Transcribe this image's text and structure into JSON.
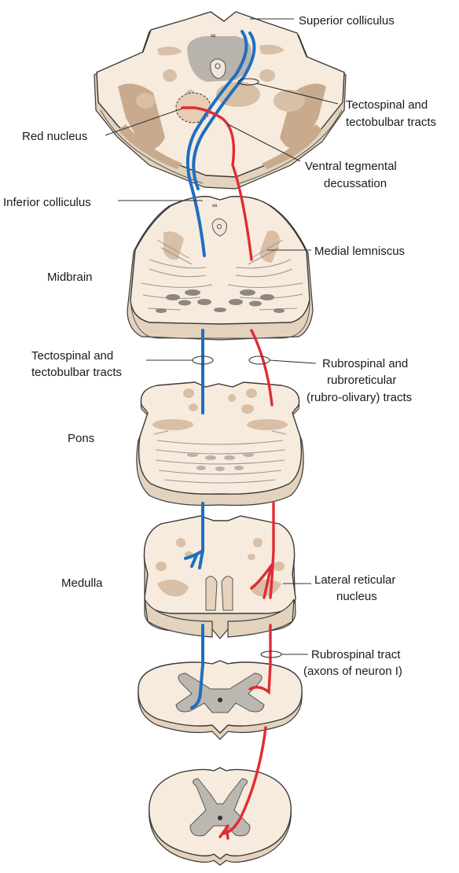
{
  "labels": {
    "superior_colliculus": "Superior colliculus",
    "tectospinal_top_1": "Tectospinal and",
    "tectospinal_top_2": "tectobulbar tracts",
    "red_nucleus": "Red nucleus",
    "ventral_tegmental_1": "Ventral tegmental",
    "ventral_tegmental_2": "decussation",
    "inferior_colliculus": "Inferior colliculus",
    "medial_lemniscus": "Medial lemniscus",
    "midbrain": "Midbrain",
    "tectospinal_mid_1": "Tectospinal and",
    "tectospinal_mid_2": "tectobulbar tracts",
    "rubrospinal_1": "Rubrospinal and",
    "rubrospinal_2": "rubroreticular",
    "rubrospinal_3": "(rubro-olivary) tracts",
    "pons": "Pons",
    "medulla": "Medulla",
    "lateral_reticular_1": "Lateral reticular",
    "lateral_reticular_2": "nucleus",
    "rubrospinal_tract_1": "Rubrospinal tract",
    "rubrospinal_tract_2": "(axons of neuron I)"
  },
  "colors": {
    "tectospinal_tract": "#1e6fc0",
    "rubrospinal_tract": "#e02c35",
    "section_fill": "#f7ebdd"
  }
}
